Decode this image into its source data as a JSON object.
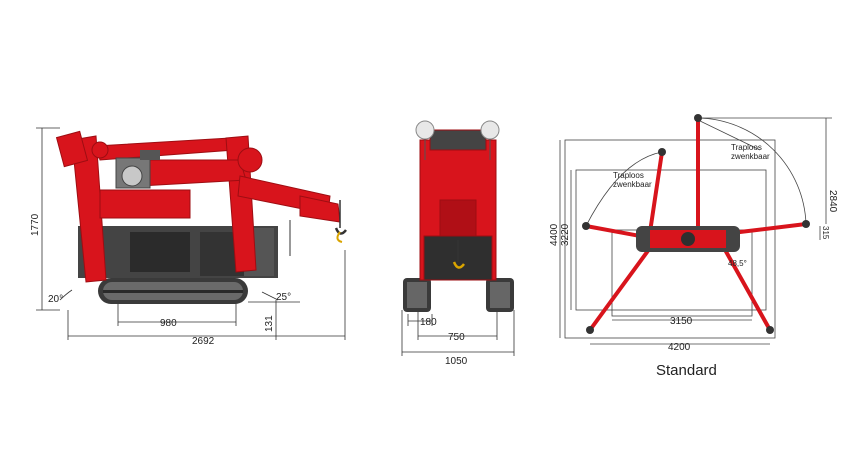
{
  "colors": {
    "crane_red": "#d8141c",
    "dark_red": "#9e0d12",
    "track": "#3a3a3a",
    "dim_line": "#333333"
  },
  "side_view": {
    "height": "1770",
    "angle_front": "20°",
    "angle_rear": "25°",
    "track_length": "980",
    "total_length": "2692",
    "ground_clearance": "131"
  },
  "front_view": {
    "track_width": "180",
    "inner_width": "750",
    "total_width": "1050"
  },
  "top_view": {
    "outrigger_length": "4400",
    "inner_span": "3220",
    "rear_reach": "2840",
    "pad_offset": "315",
    "outer_width": "4200",
    "inner_width": "3150",
    "angle": "48,5°",
    "note_left_line1": "Traploos",
    "note_left_line2": "zwenkbaar",
    "note_right_line1": "Traploos",
    "note_right_line2": "zwenkbaar",
    "caption": "Standard"
  }
}
